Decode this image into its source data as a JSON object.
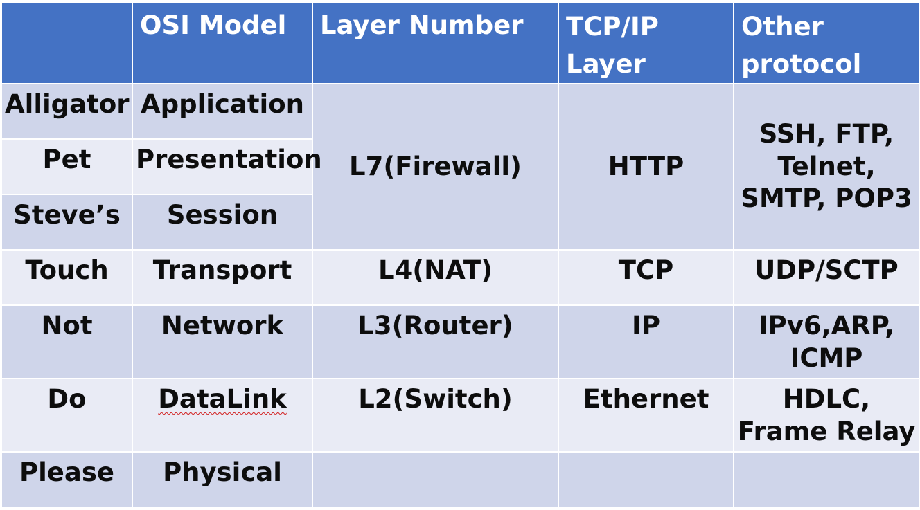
{
  "headers": [
    "",
    "OSI Model",
    "Layer Number",
    "TCP/IP Layer",
    "Other protocol"
  ],
  "rows": [
    {
      "mnemonic": "Alligator",
      "osi": "Application"
    },
    {
      "mnemonic": "Pet",
      "osi": "Presentation"
    },
    {
      "mnemonic": "Steve’s",
      "osi": "Session"
    },
    {
      "mnemonic": "Touch",
      "osi": "Transport",
      "layer": "L4(NAT)",
      "tcpip": "TCP",
      "other": "UDP/SCTP"
    },
    {
      "mnemonic": "Not",
      "osi": "Network",
      "layer": "L3(Router)",
      "tcpip": "IP",
      "other": "IPv6,ARP, ICMP"
    },
    {
      "mnemonic": "Do",
      "osi": "DataLink",
      "layer": "L2(Switch)",
      "tcpip": "Ethernet",
      "other": "HDLC, Frame Relay"
    },
    {
      "mnemonic": "Please",
      "osi": "Physical",
      "layer": "",
      "tcpip": "",
      "other": ""
    }
  ],
  "merged_upper": {
    "layer": "L7(Firewall)",
    "tcpip": "HTTP",
    "other": "SSH, FTP, Telnet, SMTP, POP3"
  },
  "colors": {
    "header": "#4472c4",
    "band_dark": "#cfd5ea",
    "band_light": "#e9ebf5"
  }
}
